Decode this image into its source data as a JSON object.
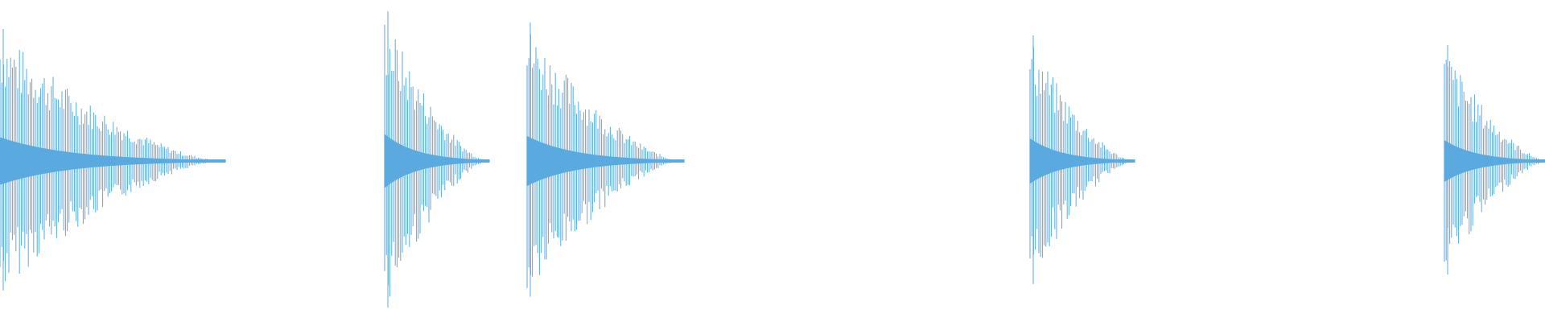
{
  "waveform": {
    "color": "#5aaae0",
    "background": "#ffffff",
    "pulses": [
      {
        "amplitude": 0.82,
        "decay": 0.3
      },
      {
        "amplitude": 0.93,
        "decay": 0.14
      },
      {
        "amplitude": 0.86,
        "decay": 0.21
      },
      {
        "amplitude": 0.78,
        "decay": 0.14
      },
      {
        "amplitude": 0.72,
        "decay": 0.3
      }
    ]
  }
}
